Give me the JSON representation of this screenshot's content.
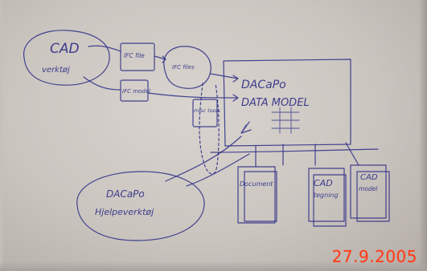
{
  "photo": {
    "stamp": {
      "date": "27.9.2005",
      "color": "#ff3b1a"
    },
    "ink_color": "#2d2f86",
    "labels": {
      "cad": "CAD",
      "cad_sub": "verktøj",
      "ifc_file": "IFC file",
      "ifc_model": "IFC model",
      "ifc_files": "IFC files",
      "dacapo": "DACaPo",
      "data_model": "DATA MODEL",
      "misc_tools": "misc tools",
      "dacapo_lower": "DACaPo",
      "hjelp": "Hjelpeverktøj",
      "document": "Document",
      "cad_box": "CAD",
      "tegning": "tegning",
      "cad_model_a": "CAD",
      "cad_model_b": "model"
    }
  }
}
